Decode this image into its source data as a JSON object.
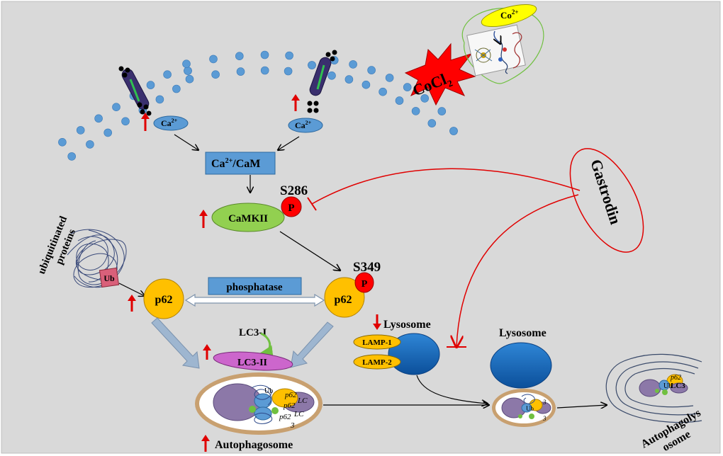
{
  "colors": {
    "background": "#d9d9d9",
    "membrane_dot": "#5b9bd5",
    "blue_box": "#5b9bd5",
    "camkii": "#92d050",
    "p62": "#ffc000",
    "phospho": "#ff0000",
    "lc3": "#cc66cc",
    "ub_box": "#d9607a",
    "lysosome": "#1f6fc0",
    "inhibition": "#e00000",
    "up_arrow": "#e00000",
    "vesicle_fill": "#ffffff",
    "vesicle_ring": "#c8a070",
    "co_ellipse": "#ffff00",
    "cocl2_star": "#ff0000",
    "transfer_arrow": "#9eb6d0"
  },
  "labels": {
    "ca_left": "Ca",
    "ca_right": "Ca",
    "ca_sup": "2+",
    "ca_cam_1": "Ca",
    "ca_cam_sup": "2+",
    "ca_cam_2": "/CaM",
    "camkii": "CaMKII",
    "s286": "S286",
    "p_label_1": "P",
    "s349": "S349",
    "p_label_2": "P",
    "p62_left": "p62",
    "p62_right": "p62",
    "phosphatase": "phosphatase",
    "ub": "Ub",
    "ubiquitinated_1": "ubiquitinated",
    "ubiquitinated_2": "proteins",
    "lc3_i": "LC3-I",
    "lc3_ii": "LC3-II",
    "lysosome_1": "Lysosome",
    "lysosome_2": "Lysosome",
    "lamp1": "LAMP-1",
    "lamp2": "LAMP-2",
    "autophagosome": "Autophagosome",
    "autophagolysosome_1": "Autophagolys",
    "autophagolysosome_2": "osome",
    "gastrodin": "Gastrodin",
    "cocl2": "CoCl",
    "cocl2_sub": "2",
    "co2": "Co",
    "co2_sup": "2+",
    "cargo_ub": "Ub",
    "cargo_p62_1": "p62",
    "cargo_p62_2": "p62",
    "cargo_p62_3": "p62",
    "cargo_lc_1": "LC",
    "cargo_lc_2": "LC",
    "cargo_3": "3",
    "lyso_cargo_ub": "Ub",
    "lyso_cargo_3a": "3",
    "lyso_cargo_3b": "3",
    "final_ub": "Ub",
    "final_p62": "p62",
    "final_lc3": "LC3"
  }
}
